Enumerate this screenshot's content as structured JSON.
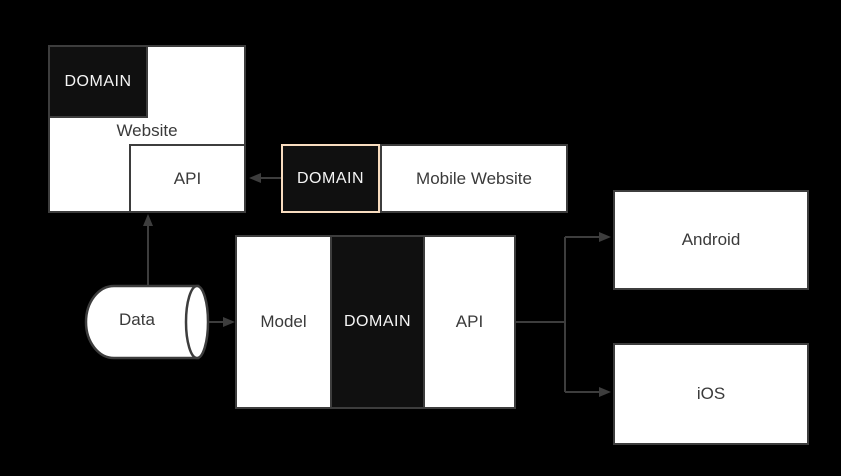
{
  "colors": {
    "background": "#000000",
    "box_fill": "#ffffff",
    "box_border": "#3d3d3d",
    "box_text": "#3a3a3a",
    "domain_fill": "#101010",
    "domain_text": "#f5f5f5",
    "highlight_border": "#f8dcbf",
    "connector": "#3d3d3d"
  },
  "nodes": {
    "website_group": {
      "label": "Website"
    },
    "website_domain": {
      "label": "DOMAIN"
    },
    "website_api": {
      "label": "API"
    },
    "mobile_domain": {
      "label": "DOMAIN"
    },
    "mobile_website": {
      "label": "Mobile Website"
    },
    "data_store": {
      "label": "Data"
    },
    "backend_model": {
      "label": "Model"
    },
    "backend_domain": {
      "label": "DOMAIN"
    },
    "backend_api": {
      "label": "API"
    },
    "android_app": {
      "label": "Android"
    },
    "ios_app": {
      "label": "iOS"
    }
  }
}
